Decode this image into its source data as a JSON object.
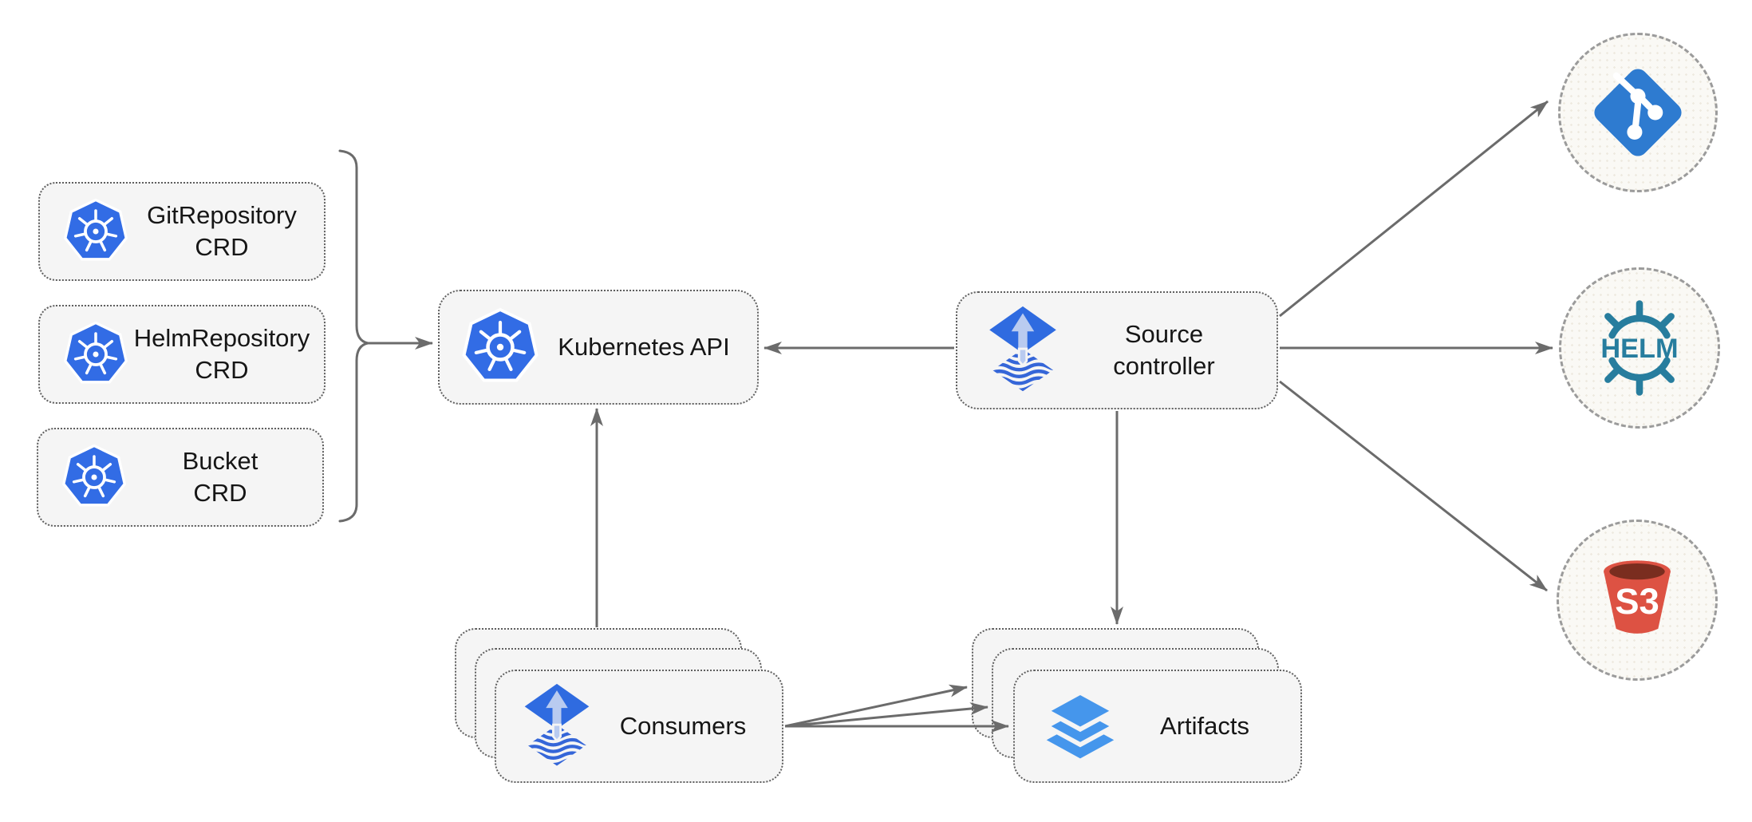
{
  "diagram": {
    "crd_boxes": [
      {
        "line1": "GitRepository",
        "line2": "CRD"
      },
      {
        "line1": "HelmRepository",
        "line2": "CRD"
      },
      {
        "line1": "Bucket",
        "line2": "CRD"
      }
    ],
    "kubernetes_api": {
      "label": "Kubernetes API"
    },
    "source_controller": {
      "line1": "Source",
      "line2": "controller"
    },
    "consumers": {
      "label": "Consumers",
      "stack_count": 3
    },
    "artifacts": {
      "label": "Artifacts",
      "stack_count": 3
    },
    "external_targets": [
      {
        "name": "git"
      },
      {
        "name": "helm",
        "text": "HELM"
      },
      {
        "name": "s3",
        "text": "S3"
      }
    ],
    "colors": {
      "kubernetes_blue": "#326CE5",
      "flux_blue": "#2F6BE0",
      "flux_arrow_light": "#B9CBF0",
      "flux_wave_blue": "#3566D8",
      "layers_blue": "#4596EC",
      "git_blue": "#2E7BD0",
      "helm_teal": "#277D9E",
      "s3_red": "#DD5243",
      "s3_dark_red": "#7A2D1F",
      "node_fill": "#F5F5F5",
      "connector_gray": "#6B6B6B"
    }
  }
}
